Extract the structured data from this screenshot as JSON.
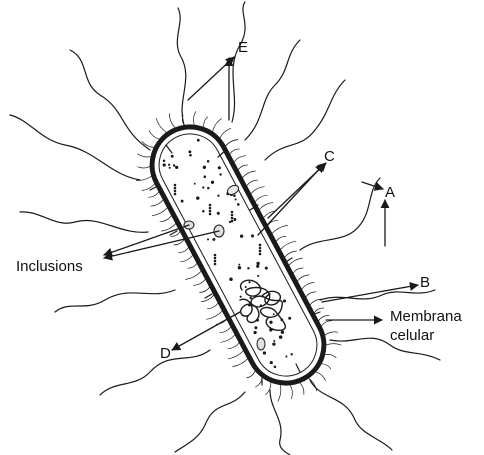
{
  "labels": {
    "E": "E",
    "C": "C",
    "A": "A",
    "B": "B",
    "inclusions": "Inclusions",
    "membrana_line1": "Membrana",
    "membrana_line2": "celular",
    "D": "D"
  },
  "colors": {
    "ink": "#1a1a1a",
    "background": "#ffffff"
  }
}
